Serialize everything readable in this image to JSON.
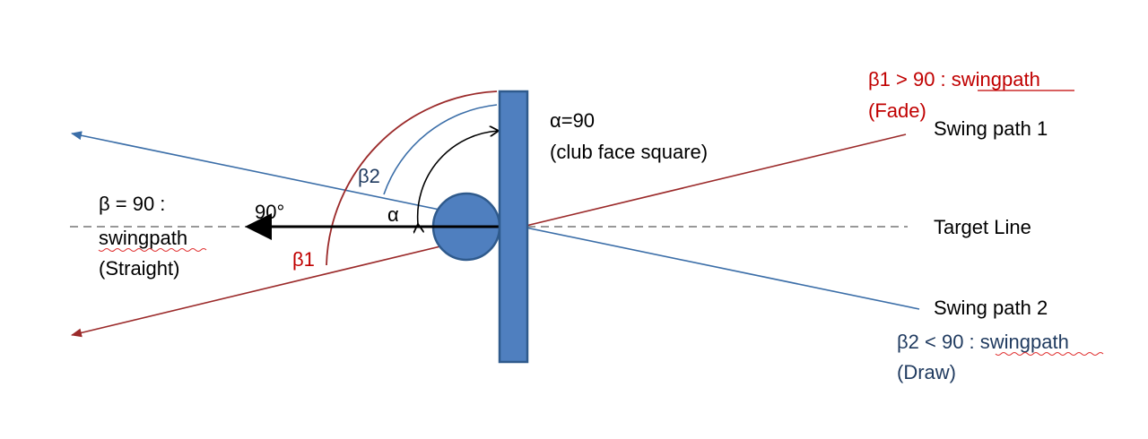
{
  "colors": {
    "dark_red": "#9b2a2a",
    "blue": "#3b6ea8",
    "steel": "#4f7fbf",
    "steel_dark": "#2f5a8c",
    "navy": "#1f3a5f",
    "red_text": "#c00000",
    "black": "#000000",
    "gray_dash": "#777777"
  },
  "labels": {
    "alpha_eq": "α=90",
    "club_face": "(club face square)",
    "beta_eq_line1": "β = 90 :",
    "beta_eq_line2": "swingpath",
    "beta_eq_line3": "(Straight)",
    "ninety_deg": "90°",
    "alpha": "α",
    "beta1": "β1",
    "beta2": "β2",
    "beta1_gt_prefix": "β1 > 90 : ",
    "beta1_gt_word": "swingpath",
    "fade": "(Fade)",
    "beta2_lt_prefix": "β2 < 90 : ",
    "beta2_lt_word": "swingpath",
    "draw": "(Draw)",
    "swing_path_1": "Swing path 1",
    "target_line": "Target Line",
    "swing_path_2": "Swing path 2"
  }
}
